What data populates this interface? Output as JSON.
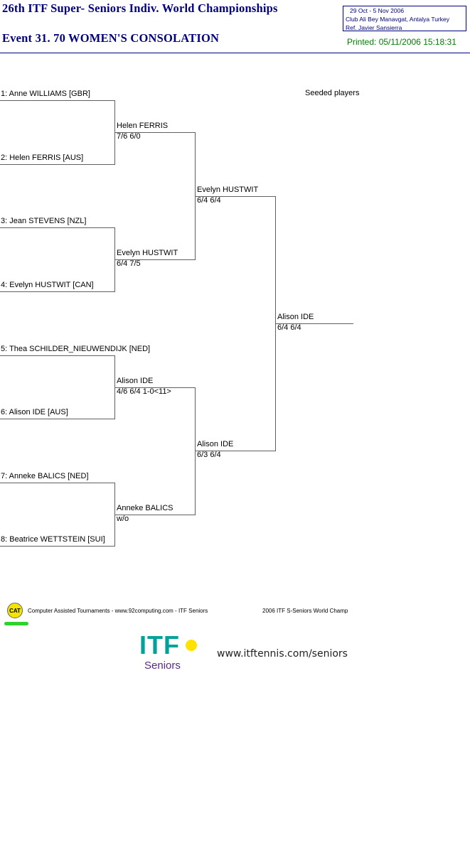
{
  "header": {
    "title": "26th ITF Super- Seniors Indiv. World Championships",
    "event": "Event 31. 70 WOMEN'S CONSOLATION",
    "dates": "29 Oct - 5 Nov 2006",
    "venue": "Club Ali Bey Manavgat, Antalya   Turkey",
    "referee": "Ref. Javier Sansierra",
    "printed": "Printed: 05/11/2006 15:18:31"
  },
  "seeded_label": "Seeded players",
  "draw": {
    "round1": [
      {
        "label": "1: Anne WILLIAMS [GBR]"
      },
      {
        "label": "2: Helen FERRIS [AUS]"
      },
      {
        "label": "3: Jean STEVENS [NZL]"
      },
      {
        "label": "4: Evelyn HUSTWIT [CAN]"
      },
      {
        "label": "5: Thea SCHILDER_NIEUWENDIJK [NED]"
      },
      {
        "label": "6: Alison IDE [AUS]"
      },
      {
        "label": "7: Anneke BALICS [NED]"
      },
      {
        "label": "8: Beatrice WETTSTEIN [SUI]"
      }
    ],
    "round2": [
      {
        "winner": "Helen FERRIS",
        "score": "7/6 6/0"
      },
      {
        "winner": "Evelyn HUSTWIT",
        "score": "6/4 7/5"
      },
      {
        "winner": "Alison IDE",
        "score": "4/6 6/4 1-0<11>"
      },
      {
        "winner": "Anneke BALICS",
        "score": "w/o"
      }
    ],
    "semis": [
      {
        "winner": "Evelyn HUSTWIT",
        "score": "6/4 6/4"
      },
      {
        "winner": "Alison IDE",
        "score": "6/3 6/4"
      }
    ],
    "final": {
      "winner": "Alison IDE",
      "score": "6/4 6/4"
    }
  },
  "footer": {
    "cat_badge": "CAT",
    "software": "Computer Assisted Tournaments - www.92computing.com -  ITF Seniors",
    "event_short": "2006 ITF S-Seniors World Champ",
    "logo_letters": "ITF",
    "logo_sub": "Seniors",
    "url": "www.itftennis.com/seniors",
    "brand_colors": {
      "teal": "#00a29a",
      "purple": "#5a2a82",
      "yellow": "#ffe200",
      "cat_green": "#2fd12f"
    }
  }
}
